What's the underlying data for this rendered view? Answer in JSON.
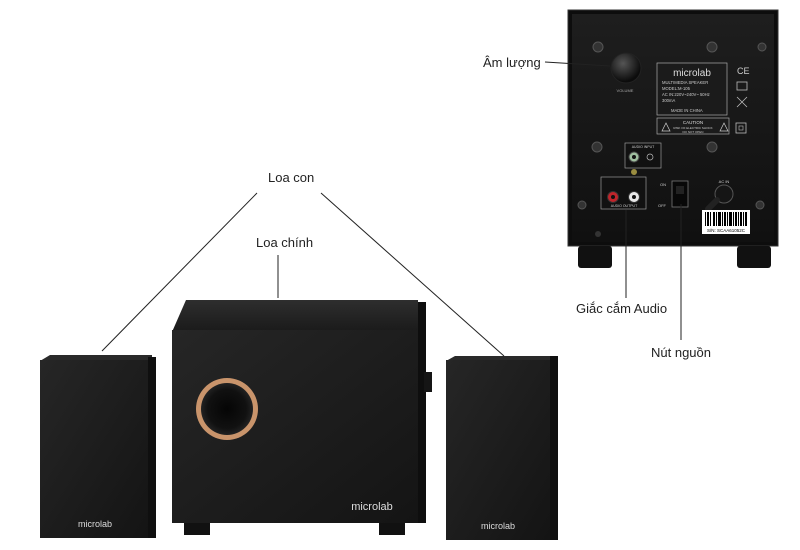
{
  "labels": {
    "loa_con": "Loa con",
    "loa_chinh": "Loa chính",
    "am_luong": "Âm lượng",
    "giac_cam_audio": "Giắc cắm Audio",
    "nut_nguon": "Nút nguồn"
  },
  "product": {
    "brand_front": "microlab",
    "brand_rear": "microlab",
    "rear_panel": {
      "volume_text": "VOLUME",
      "spec_lines": [
        "MULTIMEDIA SPEAKER",
        "MODEL:M-105",
        "AC IN:220V~240V~ 50Hz",
        "300mA",
        "MADE IN CHINA"
      ],
      "caution_title": "CAUTION",
      "caution_lines": [
        "RISK OF ELECTRIC SHOCK",
        "DO NOT OPEN"
      ],
      "audio_input_text": "AUDIO INPUT",
      "audio_output_text": "AUDIO OUTPUT",
      "ac_in_text": "AC IN",
      "switch_on": "ON",
      "switch_off": "OFF",
      "serial": "S/N: SCAA61052C"
    }
  },
  "colors": {
    "cabinet": "#1c1c1c",
    "rear_panel": "#161616",
    "accent_copper": "#c9946b",
    "jack_red": "#c0252b",
    "jack_white": "#e8e8e8"
  }
}
